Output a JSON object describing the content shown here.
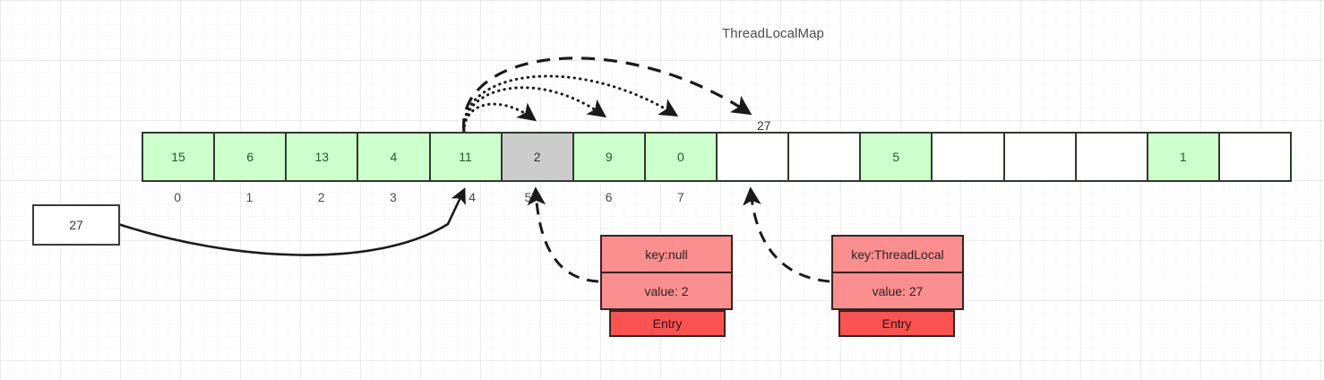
{
  "title": "ThreadLocalMap",
  "colors": {
    "filled_cell_bg": "#ccffcc",
    "filled_cell_text": "#1e5f1e",
    "gray_cell_bg": "#cccccc",
    "empty_cell_bg": "#ffffff",
    "array_border": "#2f3a2f",
    "entry_kv_bg": "#fb8e8e",
    "entry_tag_bg": "#fb5252",
    "entry_border": "#3a2222",
    "edge_stroke": "#1a1a1a",
    "background": "#ffffff"
  },
  "array": {
    "name": "threadlocalmap-table",
    "cell_count": 16,
    "cells": [
      {
        "value": "15",
        "state": "filled"
      },
      {
        "value": "6",
        "state": "filled"
      },
      {
        "value": "13",
        "state": "filled"
      },
      {
        "value": "4",
        "state": "filled"
      },
      {
        "value": "11",
        "state": "filled"
      },
      {
        "value": "2",
        "state": "gray"
      },
      {
        "value": "9",
        "state": "filled"
      },
      {
        "value": "0",
        "state": "filled"
      },
      {
        "value": "",
        "state": "empty"
      },
      {
        "value": "",
        "state": "empty"
      },
      {
        "value": "5",
        "state": "filled"
      },
      {
        "value": "",
        "state": "empty"
      },
      {
        "value": "",
        "state": "empty"
      },
      {
        "value": "",
        "state": "empty"
      },
      {
        "value": "1",
        "state": "filled"
      },
      {
        "value": "",
        "state": "empty"
      }
    ],
    "index_labels": [
      "0",
      "1",
      "2",
      "3",
      "4",
      "5",
      "6",
      "7"
    ]
  },
  "source_box": {
    "label": "27"
  },
  "hash_annotation": {
    "label": "27"
  },
  "entries": [
    {
      "id": "entry-null",
      "key": "key:null",
      "value": "value: 2",
      "tag": "Entry"
    },
    {
      "id": "entry-threadlocal",
      "key": "key:ThreadLocal",
      "value": "value: 27",
      "tag": "Entry"
    }
  ],
  "edges": {
    "probe_arcs": [
      {
        "from_index": 4,
        "to_index": 5,
        "style": "dotted"
      },
      {
        "from_index": 4,
        "to_index": 6,
        "style": "dotted"
      },
      {
        "from_index": 4,
        "to_index": 7,
        "style": "dotted"
      },
      {
        "from_index": 4,
        "to_index": 8,
        "style": "dashed"
      }
    ],
    "source_to_index": 4,
    "entry_null_to_index": 5,
    "entry_threadlocal_to_index": 8
  }
}
